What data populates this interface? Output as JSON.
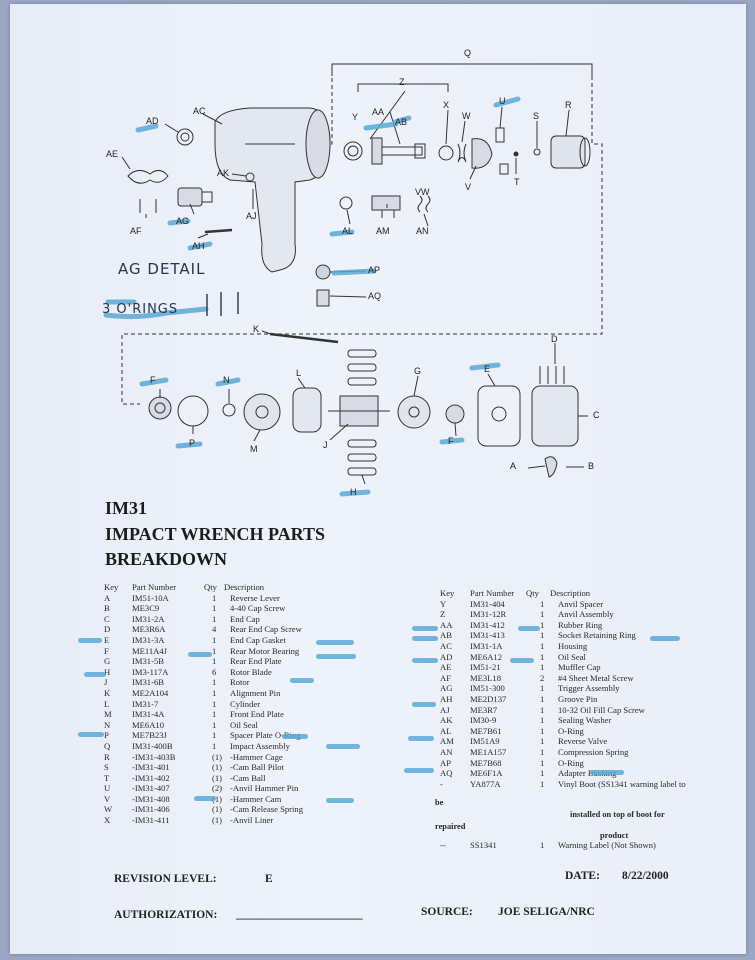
{
  "labels": {
    "Q": "Q",
    "Z": "Z",
    "Y": "Y",
    "AA": "AA",
    "AB": "AB",
    "X": "X",
    "W": "W",
    "U": "U",
    "S": "S",
    "R": "R",
    "V": "V",
    "T": "T",
    "AD": "AD",
    "AC": "AC",
    "AE": "AE",
    "AK": "AK",
    "AJ": "AJ",
    "AG": "AG",
    "AF": "AF",
    "AH": "AH",
    "AL": "AL",
    "AM": "AM",
    "VW": "VW",
    "AN": "AN",
    "AP": "AP",
    "AQ": "AQ",
    "K": "K",
    "D": "D",
    "F": "F",
    "N": "N",
    "L": "L",
    "G": "G",
    "E": "E",
    "C": "C",
    "P": "P",
    "M": "M",
    "J": "J",
    "F2": "F",
    "A": "A",
    "B": "B",
    "H": "H"
  },
  "handwriting": {
    "line1": "AG DETAIL",
    "line2": "3 O'RINGS"
  },
  "title": {
    "line1": "IM31",
    "line2": "IMPACT WRENCH PARTS",
    "line3": "BREAKDOWN"
  },
  "table_headers": {
    "key": "Key",
    "part": "Part Number",
    "qty": "Qty",
    "desc": "Description"
  },
  "left_rows": [
    {
      "k": "A",
      "pn": "IM51-10A",
      "q": "1",
      "d": "Reverse Lever"
    },
    {
      "k": "B",
      "pn": "ME3C9",
      "q": "1",
      "d": "4-40 Cap Screw"
    },
    {
      "k": "C",
      "pn": "IM31-2A",
      "q": "1",
      "d": "End Cap"
    },
    {
      "k": "D",
      "pn": "ME3R6A",
      "q": "4",
      "d": "Rear End Cap Screw"
    },
    {
      "k": "E",
      "pn": "IM31-3A",
      "q": "1",
      "d": "End Cap Gasket"
    },
    {
      "k": "F",
      "pn": "ME11A4J",
      "q": "1",
      "d": "Rear Motor Bearing"
    },
    {
      "k": "G",
      "pn": "IM31-5B",
      "q": "1",
      "d": "Rear End Plate"
    },
    {
      "k": "H",
      "pn": "IM3-117A",
      "q": "6",
      "d": "Rotor Blade"
    },
    {
      "k": "J",
      "pn": "IM31-6B",
      "q": "1",
      "d": "Rotor"
    },
    {
      "k": "K",
      "pn": "ME2A104",
      "q": "1",
      "d": "Alignment Pin"
    },
    {
      "k": "L",
      "pn": "IM31-7",
      "q": "1",
      "d": "Cylinder"
    },
    {
      "k": "M",
      "pn": "IM31-4A",
      "q": "1",
      "d": "Front End Plate"
    },
    {
      "k": "N",
      "pn": "ME6A10",
      "q": "1",
      "d": "Oil Seal"
    },
    {
      "k": "P",
      "pn": "ME7B23J",
      "q": "1",
      "d": "Spacer Plate O-Ring"
    },
    {
      "k": "Q",
      "pn": "IM31-400B",
      "q": "1",
      "d": "Impact Assembly"
    },
    {
      "k": "R",
      "pn": "-IM31-403B",
      "q": "(1)",
      "d": "-Hammer Cage"
    },
    {
      "k": "S",
      "pn": "-IM31-401",
      "q": "(1)",
      "d": "-Cam Ball Pilot"
    },
    {
      "k": "T",
      "pn": "-IM31-402",
      "q": "(1)",
      "d": "-Cam Ball"
    },
    {
      "k": "U",
      "pn": "-IM31-407",
      "q": "(2)",
      "d": "-Anvil Hammer Pin"
    },
    {
      "k": "V",
      "pn": "-IM31-408",
      "q": "(1)",
      "d": "-Hammer Cam"
    },
    {
      "k": "W",
      "pn": "-IM31-406",
      "q": "(1)",
      "d": "-Cam Release Spring"
    },
    {
      "k": "X",
      "pn": "-IM31-411",
      "q": "(1)",
      "d": "-Anvil Liner"
    }
  ],
  "right_rows": [
    {
      "k": "Y",
      "pn": "IM31-404",
      "q": "1",
      "d": "Anvil Spacer"
    },
    {
      "k": "Z",
      "pn": "IM31-12R",
      "q": "1",
      "d": "Anvil Assembly"
    },
    {
      "k": "AA",
      "pn": "IM31-412",
      "q": "1",
      "d": "Rubber Ring"
    },
    {
      "k": "AB",
      "pn": "IM31-413",
      "q": "1",
      "d": "Socket Retaining Ring"
    },
    {
      "k": "AC",
      "pn": "IM31-1A",
      "q": "1",
      "d": "Housing"
    },
    {
      "k": "AD",
      "pn": "ME6A12",
      "q": "1",
      "d": "Oil Seal"
    },
    {
      "k": "AE",
      "pn": "IM51-21",
      "q": "1",
      "d": "Muffler Cap"
    },
    {
      "k": "AF",
      "pn": "ME3L18",
      "q": "2",
      "d": "#4 Sheet Metal Screw"
    },
    {
      "k": "AG",
      "pn": "IM51-300",
      "q": "1",
      "d": "Trigger Assembly"
    },
    {
      "k": "AH",
      "pn": "ME2D137",
      "q": "1",
      "d": "Groove Pin"
    },
    {
      "k": "AJ",
      "pn": "ME3R7",
      "q": "1",
      "d": "10-32 Oil Fill Cap Screw"
    },
    {
      "k": "AK",
      "pn": "IM30-9",
      "q": "1",
      "d": "Sealing Washer"
    },
    {
      "k": "AL",
      "pn": "ME7B61",
      "q": "1",
      "d": "O-Ring"
    },
    {
      "k": "AM",
      "pn": "IM51A9",
      "q": "1",
      "d": "Reverse Valve"
    },
    {
      "k": "AN",
      "pn": "ME1A157",
      "q": "1",
      "d": "Compression Spring"
    },
    {
      "k": "AP",
      "pn": "ME7B68",
      "q": "1",
      "d": "O-Ring"
    },
    {
      "k": "AQ",
      "pn": "ME6F1A",
      "q": "1",
      "d": "Adapter Bushing"
    },
    {
      "k": "-",
      "pn": "YA877A",
      "q": "1",
      "d": "Vinyl Boot (SS1341 warning label to"
    }
  ],
  "note": {
    "be": "be",
    "installed": "installed on top of boot for",
    "repaired": "repaired",
    "product": "product"
  },
  "last_row": {
    "k": "--",
    "pn": "SS1341",
    "q": "1",
    "d": "Warning Label (Not Shown)"
  },
  "footer": {
    "revision_label": "REVISION LEVEL:",
    "revision_value": "E",
    "date_label": "DATE:",
    "date_value": "8/22/2000",
    "auth_label": "AUTHORIZATION:",
    "auth_line": "______________________",
    "source_label": "SOURCE:",
    "source_value": "JOE SELIGA/NRC"
  },
  "colors": {
    "highlighter": "#5aa9d6",
    "ink": "#222222",
    "paper": "#eef2fa",
    "background": "#9aa7c4"
  }
}
